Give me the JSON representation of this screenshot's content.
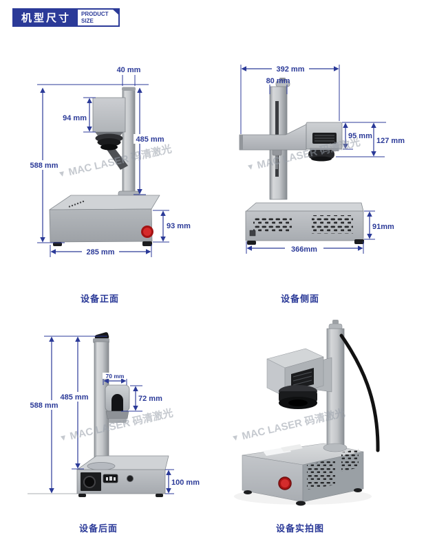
{
  "header": {
    "title_cn": "机型尺寸",
    "subtitle_line1": "PRODUCT",
    "subtitle_line2": "SIZE"
  },
  "watermark": {
    "logo": "▼",
    "text": "MAC LASER 码清激光"
  },
  "colors": {
    "accent": "#2b3a98",
    "machine_gray": "#c3c6ca",
    "machine_dark": "#1d1e20",
    "button_red": "#cf1f1f",
    "watermark_gray": "#969caa"
  },
  "views": {
    "front": {
      "caption": "设备正面",
      "dims": {
        "column_width": "40 mm",
        "head_height": "94 mm",
        "column_height": "485 mm",
        "total_height": "588 mm",
        "base_height": "93 mm",
        "base_width": "285 mm"
      }
    },
    "side": {
      "caption": "设备侧面",
      "dims": {
        "total_depth": "392 mm",
        "column_width": "80 mm",
        "head_height": "95 mm",
        "head_lens_height": "127 mm",
        "base_height": "91mm",
        "base_depth": "366mm"
      }
    },
    "back": {
      "caption": "设备后面",
      "dims": {
        "head_width": "70 mm",
        "head_height": "72 mm",
        "column_height": "485 mm",
        "total_height": "588 mm",
        "base_height": "100 mm"
      }
    },
    "photo": {
      "caption": "设备实拍图"
    }
  }
}
